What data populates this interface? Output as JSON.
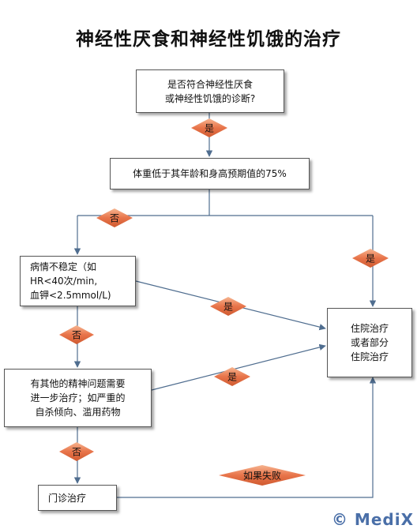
{
  "title": "神经性厌食和神经性饥饿的治疗",
  "nodes": {
    "diagnosis": {
      "lines": [
        "是否符合神经性厌食",
        "或神经性饥饿的诊断?"
      ]
    },
    "weight": {
      "lines": [
        "体重低于其年龄和身高预期值的75%"
      ]
    },
    "unstable": {
      "lines": [
        "病情不稳定（如",
        "HR<40次/min,",
        "血钾<2.5mmol/L)"
      ]
    },
    "inpatient": {
      "lines": [
        "住院治疗",
        "或者部分",
        "住院治疗"
      ]
    },
    "psych": {
      "lines": [
        "有其他的精神问题需要",
        "进一步治疗；如严重的",
        "自杀倾向、滥用药物"
      ]
    },
    "outpatient": {
      "lines": [
        "门诊治疗"
      ]
    }
  },
  "decisions": {
    "yes": "是",
    "no": "否",
    "fail": "如果失败"
  },
  "colors": {
    "diamond": "#e8744a",
    "line": "#4f6d8f",
    "watermark": "#4a6fa8"
  },
  "watermark": "© MediX"
}
